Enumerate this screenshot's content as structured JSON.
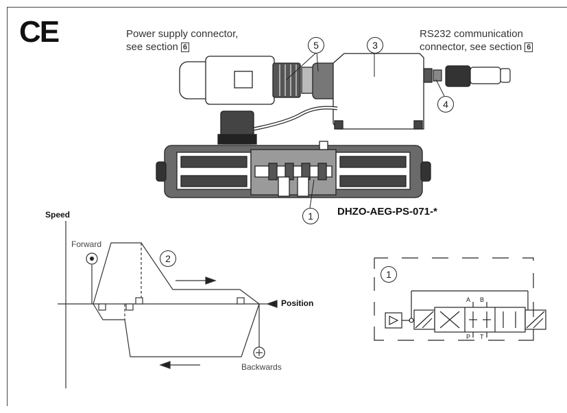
{
  "mark": "CE",
  "captions": {
    "power_supply": [
      "Power supply connector,",
      "see section"
    ],
    "power_section": "6",
    "rs232": [
      "RS232 communication",
      "connector, see section"
    ],
    "rs232_section": "6"
  },
  "callouts": [
    "1",
    "2",
    "3",
    "4",
    "5"
  ],
  "model": "DHZO-AEG-PS-071-*",
  "graph": {
    "y_axis_label": "Speed",
    "x_axis_label": "Position",
    "forward_label": "Forward",
    "backwards_label": "Backwards"
  },
  "symbol": {
    "ports": [
      "A",
      "B",
      "P",
      "T"
    ]
  }
}
